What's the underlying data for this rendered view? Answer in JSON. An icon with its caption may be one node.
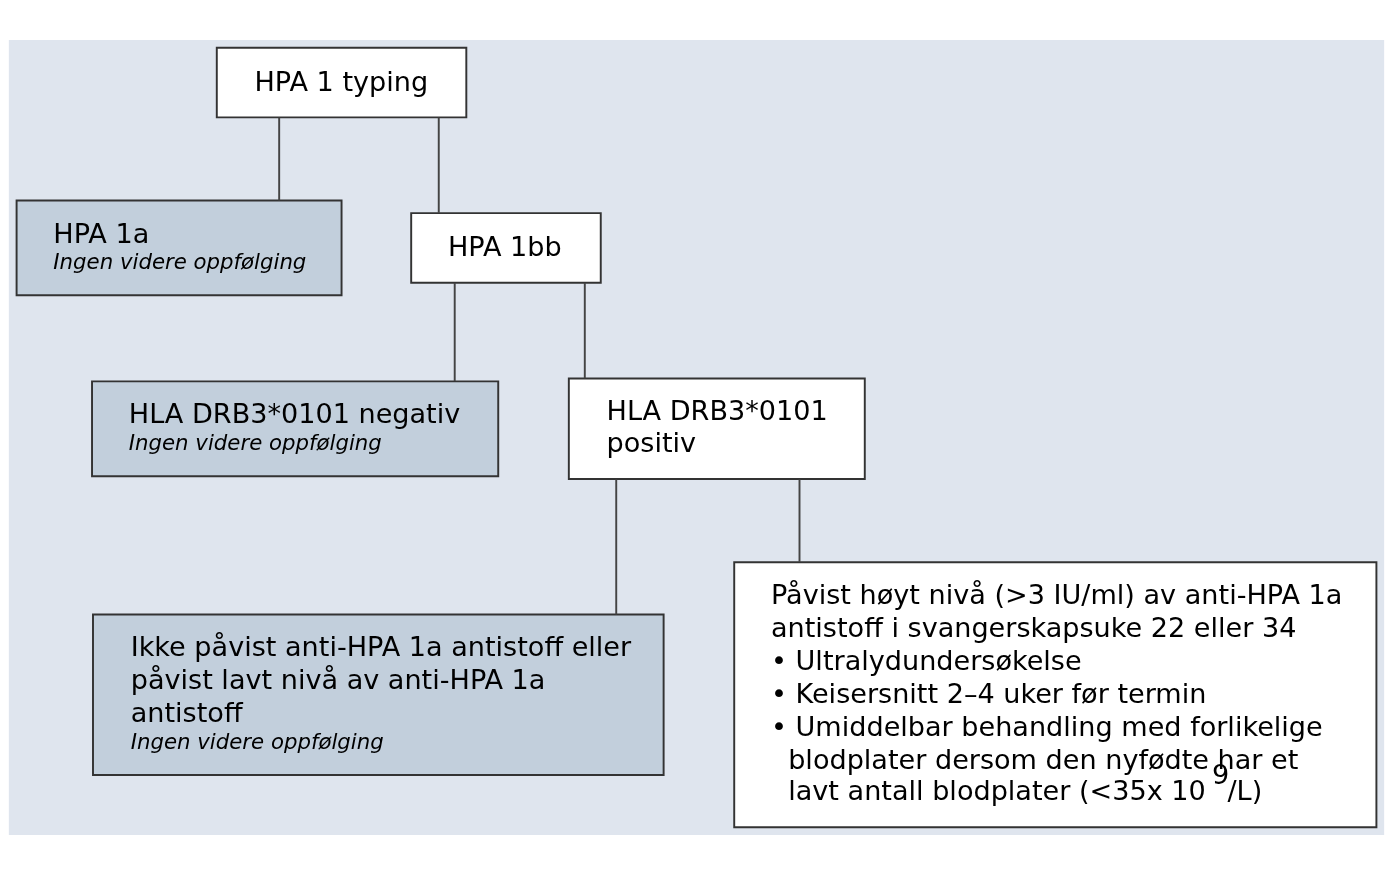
{
  "diagram": {
    "nodes": [
      {
        "text": [
          "HPA 1 typing"
        ]
      },
      {
        "text": [
          "HPA 1a",
          "Ingen videre oppfølging"
        ]
      },
      {
        "text": [
          "HPA 1bb"
        ]
      },
      {
        "text": [
          "HLA DRB3*0101 negativ",
          "Ingen videre oppfølging"
        ]
      },
      {
        "text": [
          "HLA DRB3*0101 positiv"
        ]
      },
      {
        "text": [
          "Ikke påvist anti-HPA 1a antistoff eller påvist lavt nivå av anti-HPA 1a antistoff",
          "Ingen videre oppfølging"
        ]
      },
      {
        "text": [
          "Påvist høyt nivå (>3 IU/ml) av anti-HPA 1a antistoff i svangerskapsuke 22 eller 34",
          "• Ultralydundersøkelse",
          "• Keisersnitt 2–4 uker før termin",
          "• Umiddelbar behandling med forlikelige blodplater dersom den nyfødte har et lavt antall blodplater (<35x 10$^{9}$/L)"
        ]
      }
    ],
    "edges": [
      {
        "from": 0,
        "to": 1,
        "arrow": "none"
      },
      {
        "from": 0,
        "to": 2,
        "arrow": "none"
      },
      {
        "from": 2,
        "to": 3,
        "arrow": "none"
      },
      {
        "from": 2,
        "to": 4,
        "arrow": "none"
      },
      {
        "from": 4,
        "to": 5,
        "arrow": "none"
      },
      {
        "from": 4,
        "to": 6,
        "arrow": "none"
      }
    ]
  }
}
